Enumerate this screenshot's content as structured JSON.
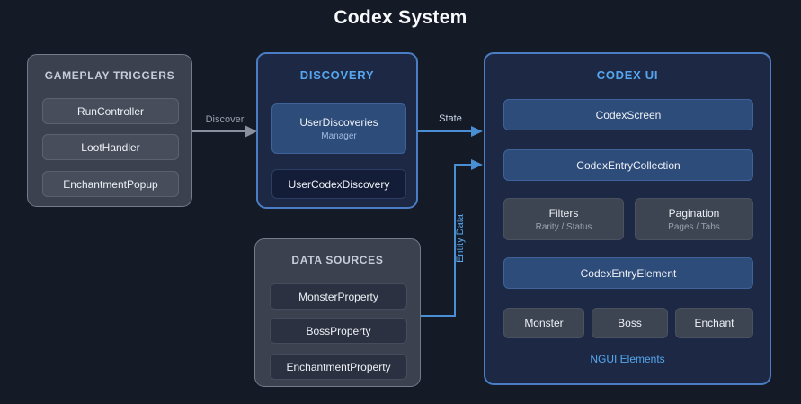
{
  "title": "Codex System",
  "colors": {
    "background": "#151a27",
    "gray_panel": "#3b414e",
    "blue_panel": "#1d2944",
    "blue_border": "#4a7dc4",
    "blue_node": "#2e4c7a",
    "blue_accent_text": "#55a6ef",
    "gray_arrow": "#8a919e",
    "blue_arrow": "#4a8fd4"
  },
  "groups": {
    "gameplay_triggers": {
      "title": "GAMEPLAY TRIGGERS",
      "items": [
        "RunController",
        "LootHandler",
        "EnchantmentPopup"
      ]
    },
    "discovery": {
      "title": "DISCOVERY",
      "items": [
        {
          "label": "UserDiscoveries",
          "sublabel": "Manager"
        },
        {
          "label": "UserCodexDiscovery"
        }
      ]
    },
    "data_sources": {
      "title": "DATA SOURCES",
      "items": [
        "MonsterProperty",
        "BossProperty",
        "EnchantmentProperty"
      ]
    },
    "codex_ui": {
      "title": "CODEX UI",
      "screen": "CodexScreen",
      "entry_collection": "CodexEntryCollection",
      "filters": {
        "label": "Filters",
        "sublabel": "Rarity / Status"
      },
      "pagination": {
        "label": "Pagination",
        "sublabel": "Pages / Tabs"
      },
      "entry_element": "CodexEntryElement",
      "entry_types": [
        "Monster",
        "Boss",
        "Enchant"
      ],
      "footer": "NGUI Elements"
    }
  },
  "edges": {
    "discover": "Discover",
    "state": "State",
    "entity_data": "Entity Data"
  }
}
